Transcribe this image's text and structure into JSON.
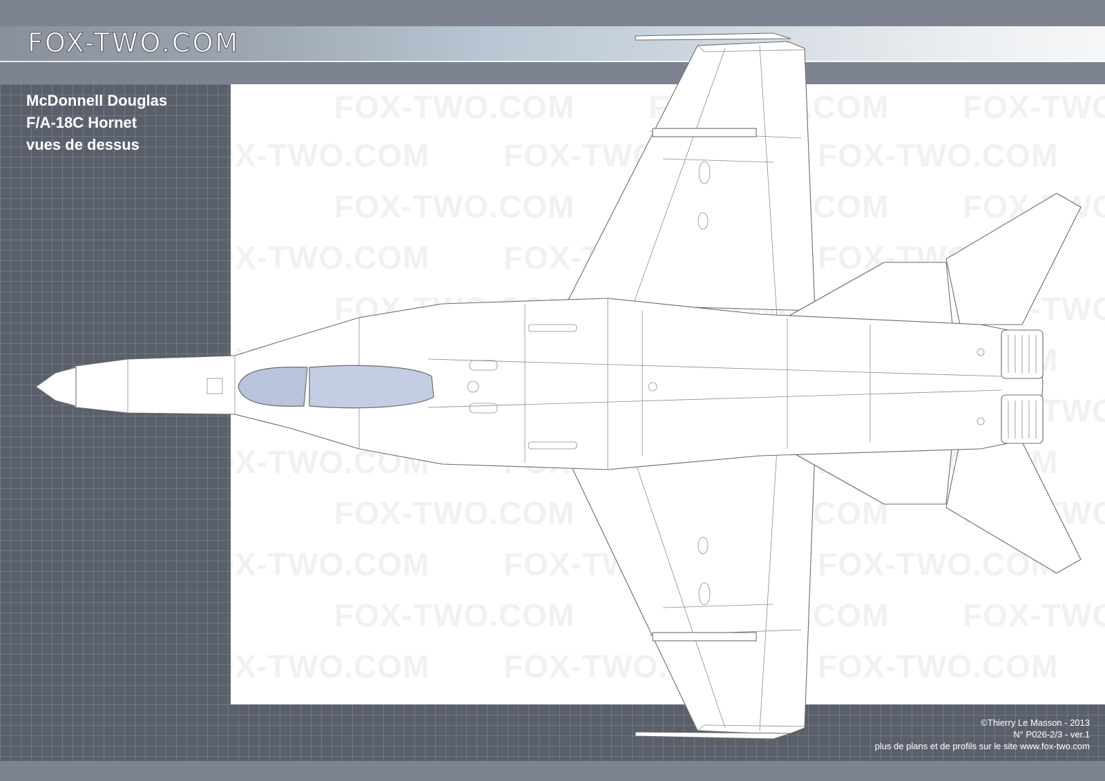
{
  "brand": "FOX-TWO.COM",
  "title": {
    "line1": "McDonnell Douglas",
    "line2": "F/A-18C Hornet",
    "line3": "vues de dessus"
  },
  "watermark_text": "FOX-TWO.COM",
  "credits": {
    "line1": "©Thierry Le Masson - 2013",
    "line2": "N° P026-2/3   -   ver.1",
    "line3": "plus de plans et de profils sur le site www.fox-two.com"
  },
  "colors": {
    "frame": "#7d8390",
    "panel": "#5a606b",
    "canopy": "#b9c3dc",
    "line": "#6b6b6b"
  }
}
